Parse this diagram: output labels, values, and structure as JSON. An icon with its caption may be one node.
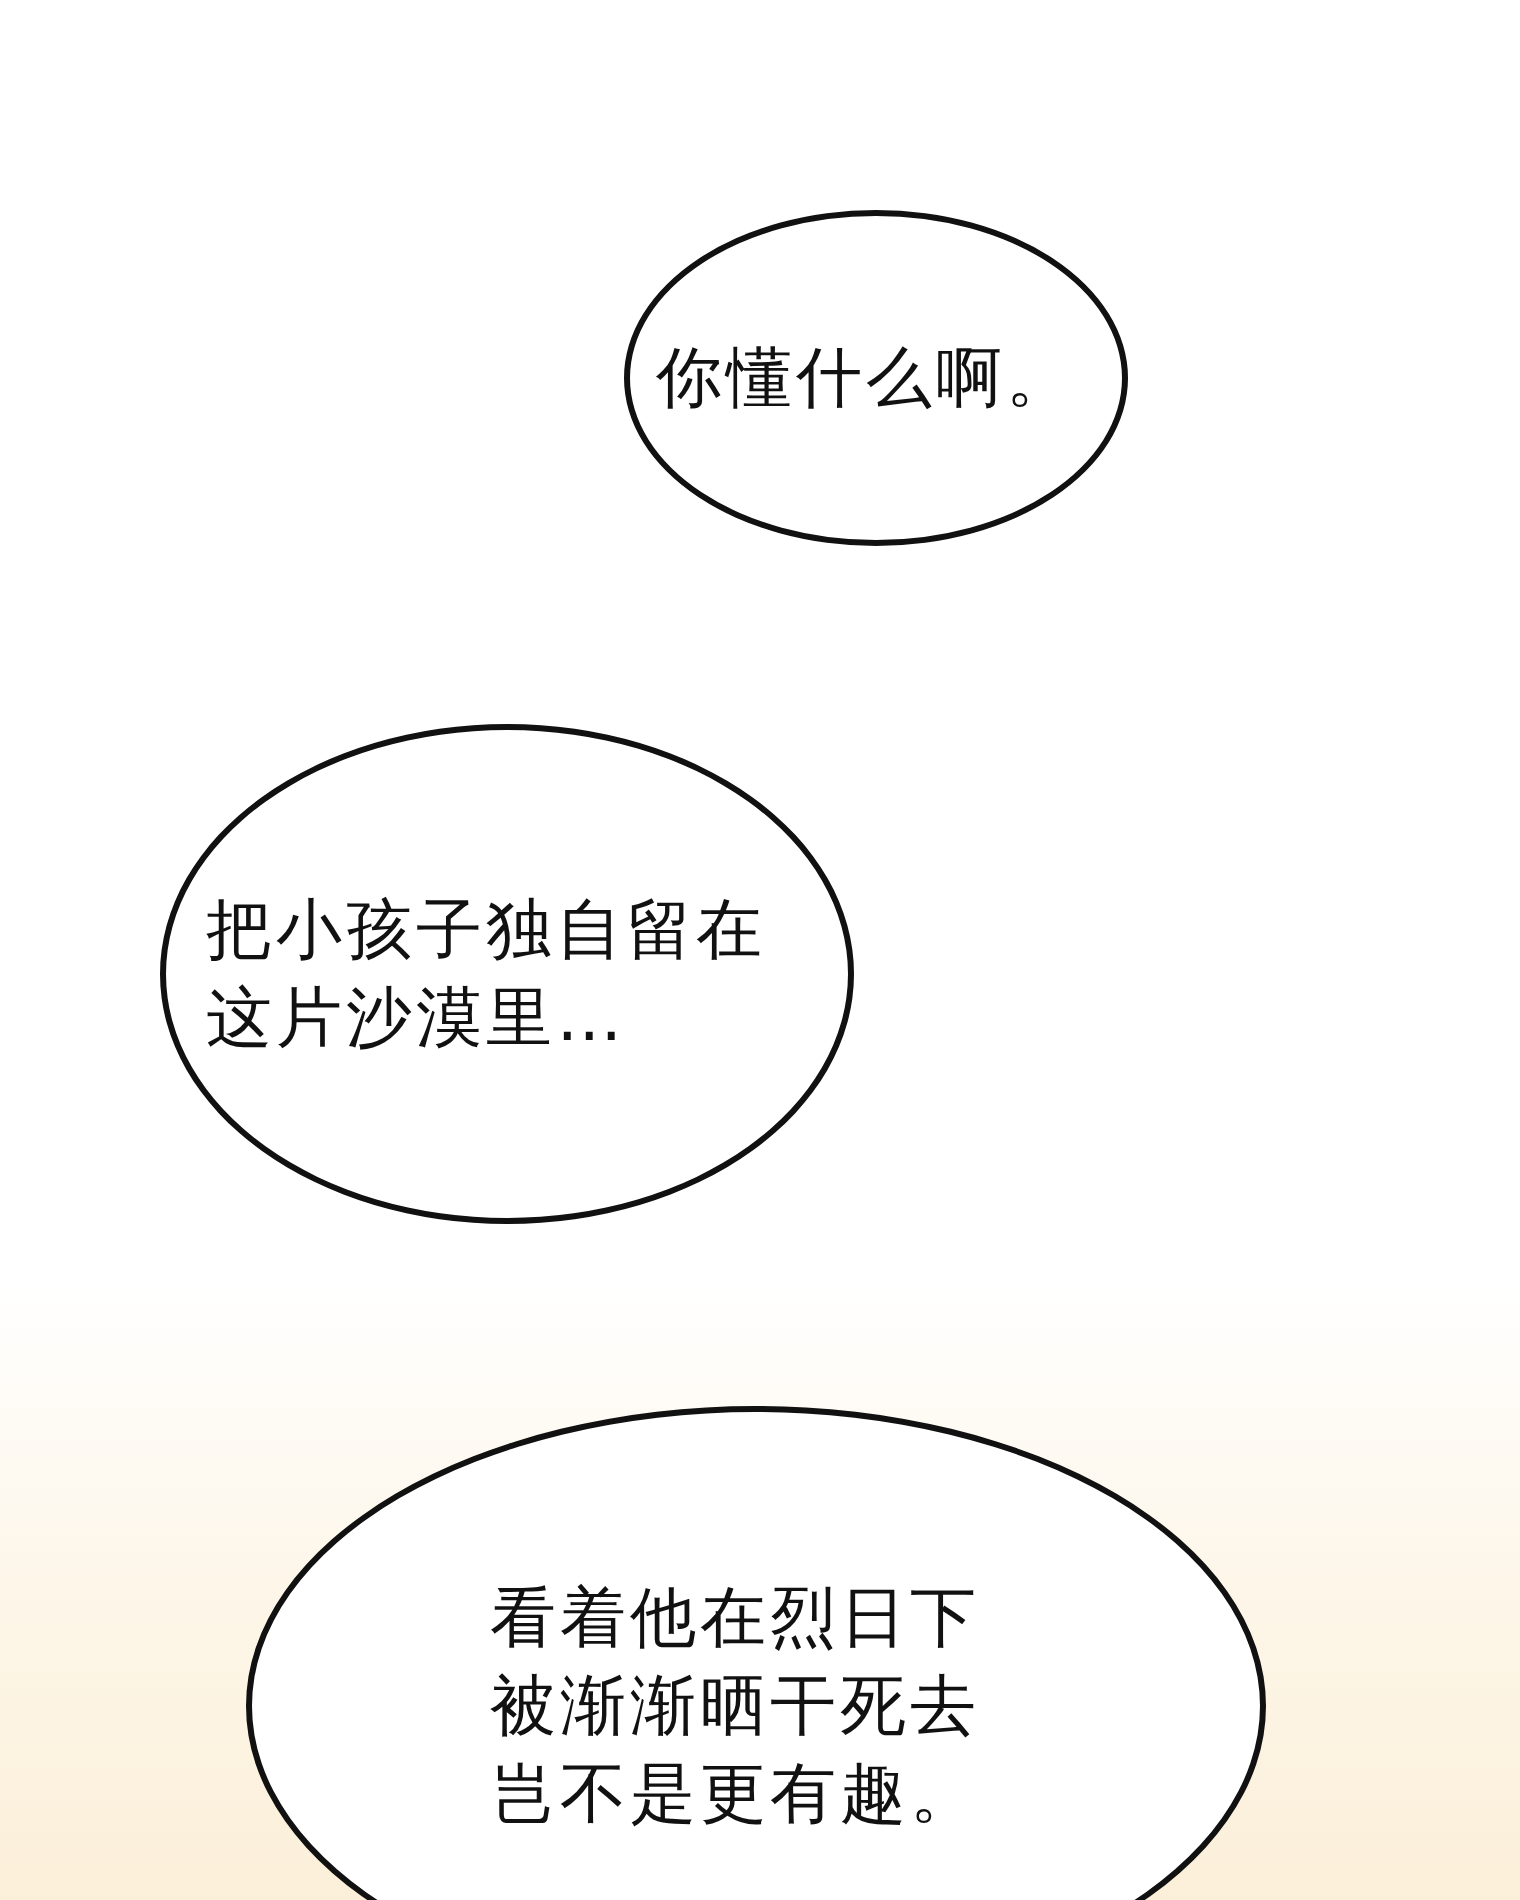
{
  "diagram": {
    "nodes": [
      {
        "text": [
          "你懂什么啊。"
        ]
      },
      {
        "text": [
          "把小孩子独自留在这片沙漠里…"
        ]
      },
      {
        "text": [
          "看着他在烈日下被渐渐晒干死去岂不是更有趣。"
        ]
      }
    ]
  }
}
